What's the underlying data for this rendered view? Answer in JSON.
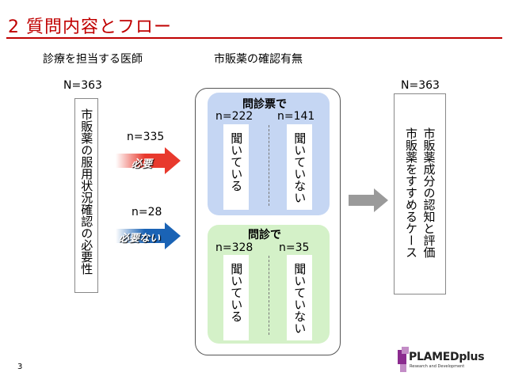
{
  "slide": {
    "title": "2 質問内容とフロー",
    "page_number": "3"
  },
  "left": {
    "header": "診療を担当する医師",
    "n": "N=363",
    "box_text": "市販薬の服用状況確認の必要性"
  },
  "arrows": {
    "needed": {
      "n": "n=335",
      "label": "必要",
      "color": "#e8392d"
    },
    "not_needed": {
      "n": "n=28",
      "label": "必要ない",
      "color": "#1a63b5"
    },
    "gray": {
      "color": "#9a9a9a"
    }
  },
  "middle": {
    "header": "市販薬の確認有無",
    "top_panel": {
      "title": "問診票で",
      "left_n": "n=222",
      "right_n": "n=141",
      "left_text": "聞いている",
      "right_text": "聞いていない",
      "color": "#c5d6f3"
    },
    "bottom_panel": {
      "title": "問診で",
      "left_n": "n=328",
      "right_n": "n=35",
      "left_text": "聞いている",
      "right_text": "聞いていない",
      "color": "#d4f1c8"
    }
  },
  "right": {
    "n": "N=363",
    "line1": "市販薬成分の認知と評価",
    "line2": "市販薬をすすめるケース"
  },
  "logo": {
    "name": "PLAMEDplus",
    "subtitle": "Research and Development",
    "color": "#8b2b8f"
  }
}
